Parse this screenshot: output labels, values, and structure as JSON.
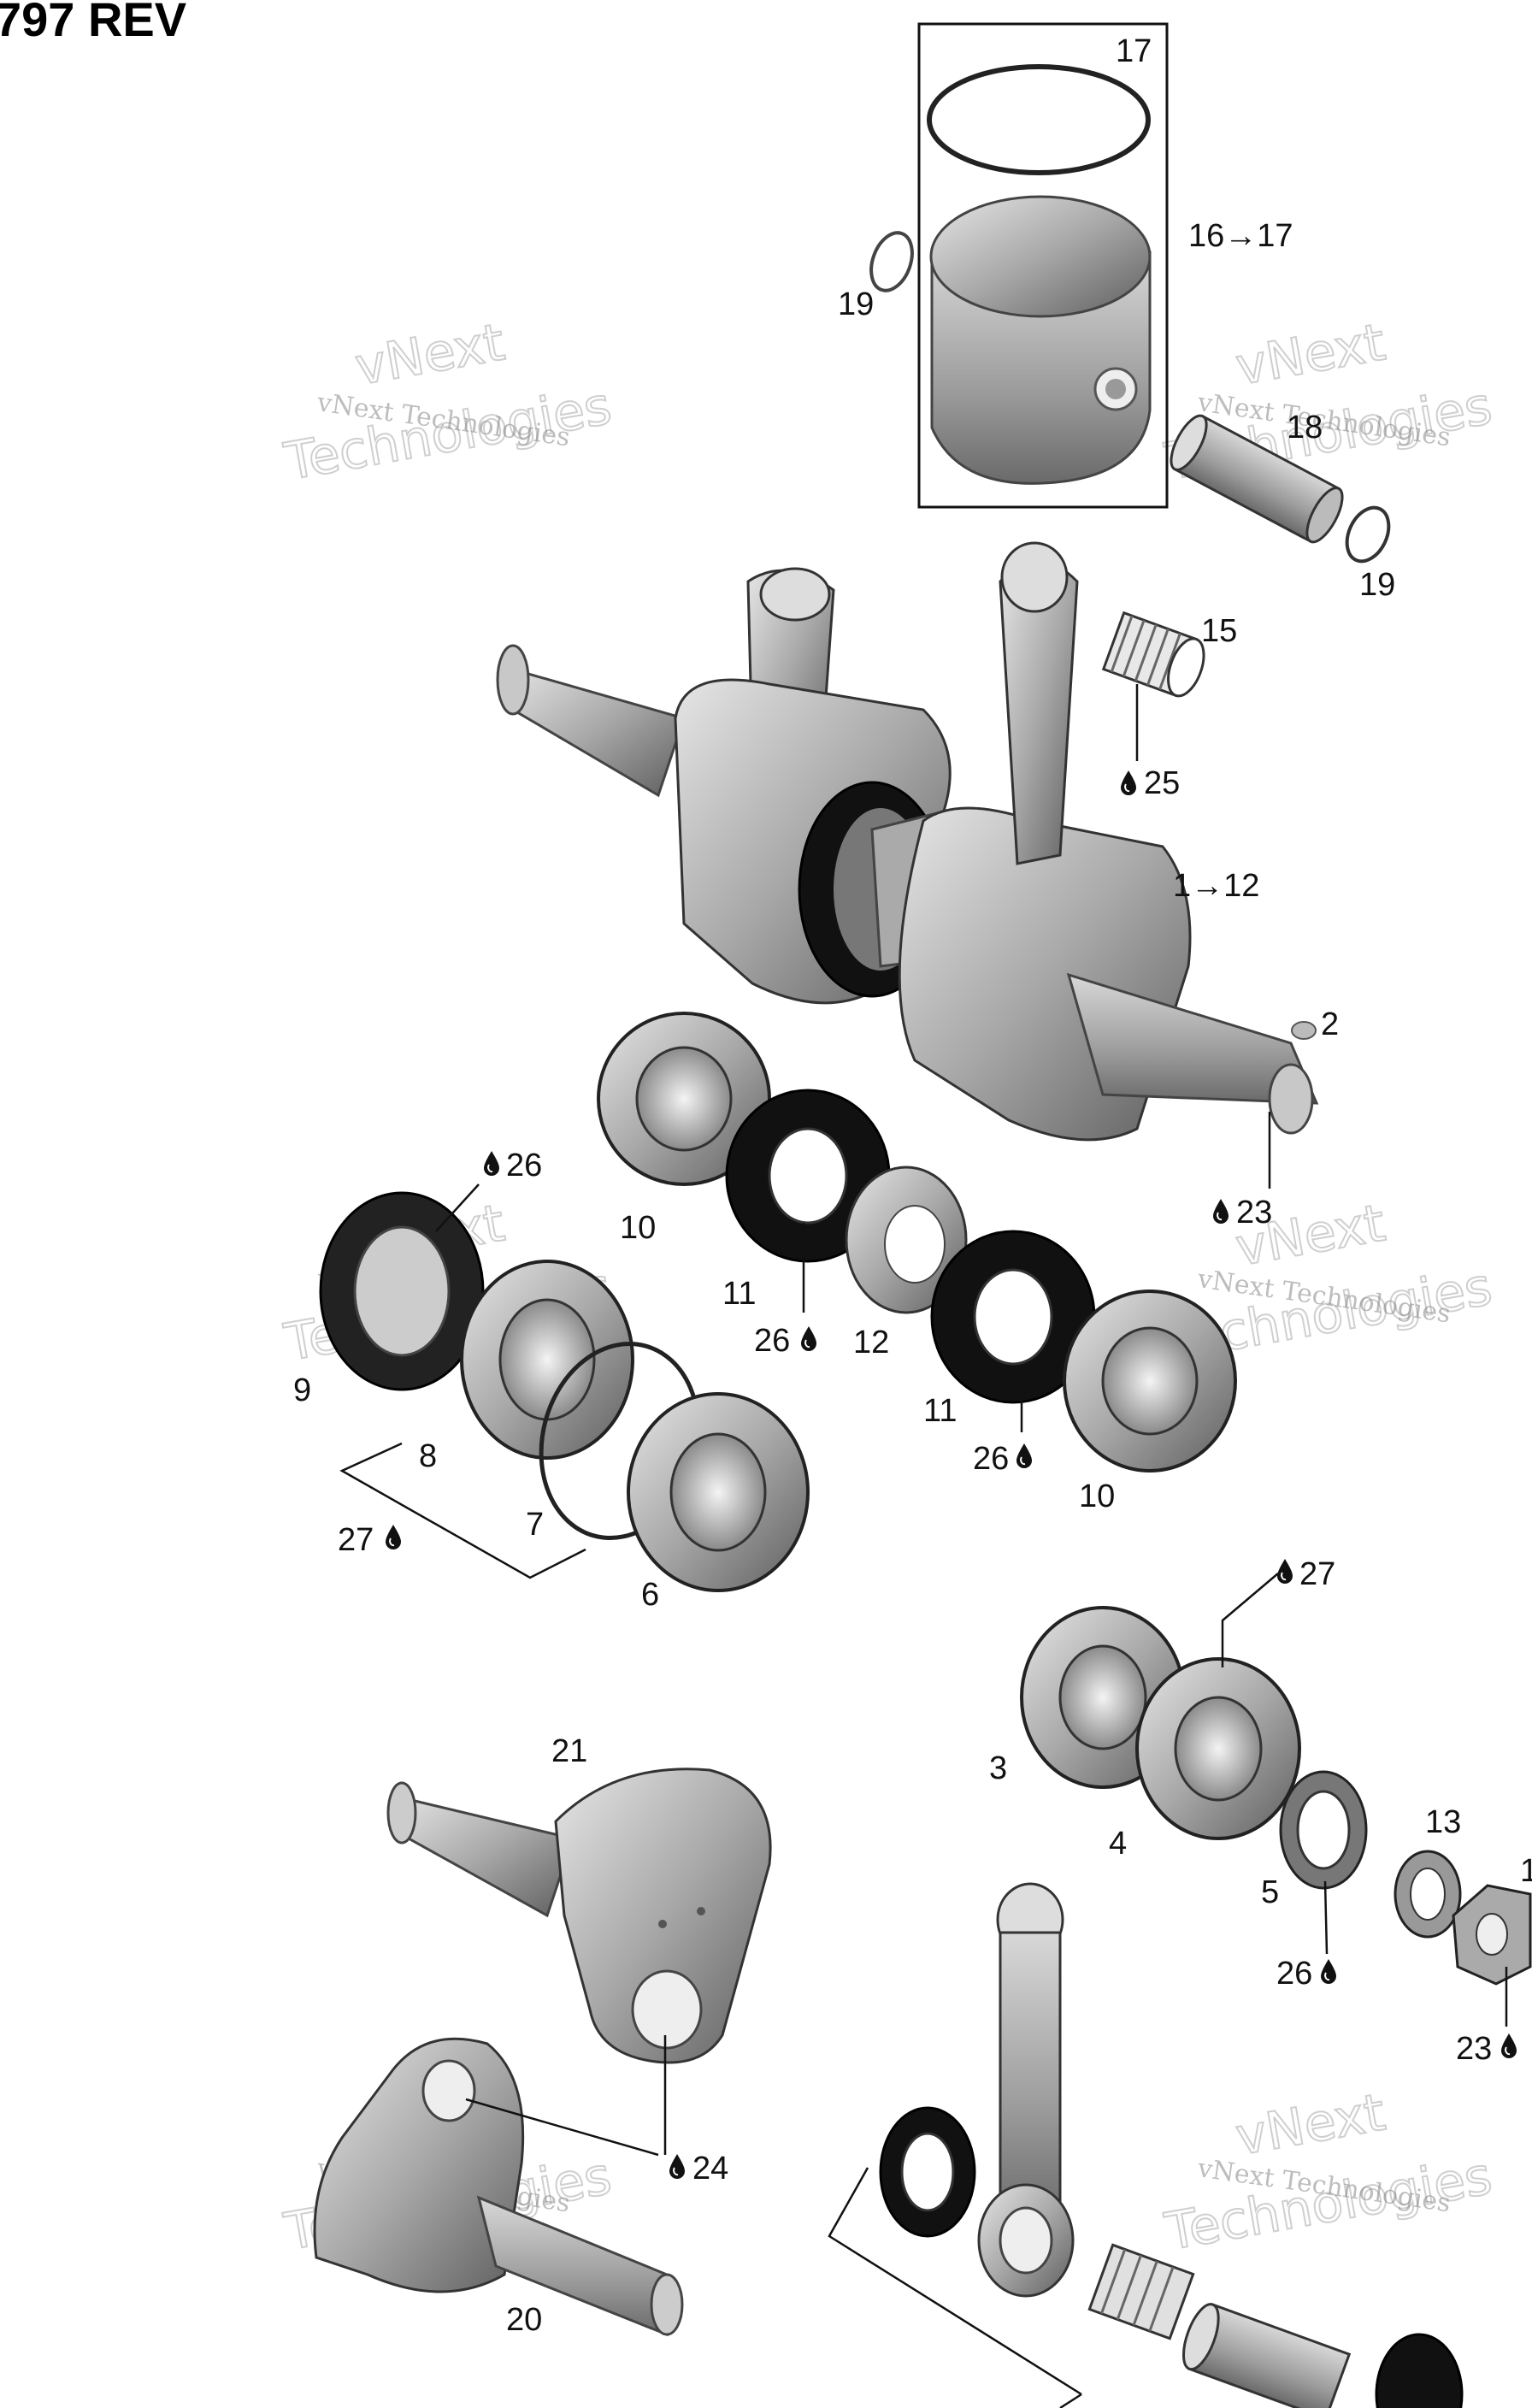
{
  "title": "797 REV",
  "watermark": {
    "line1": "vNext Technologies",
    "big1": "vNext",
    "big2": "Technologies"
  },
  "callouts": {
    "c17": "17",
    "c16_17": "16→17",
    "c19a": "19",
    "c18": "18",
    "c19b": "19",
    "c15": "15",
    "c25": "25",
    "c1_12": "1→12",
    "c2": "2",
    "c26a": "26",
    "c10a": "10",
    "c23a": "23",
    "c9": "9",
    "c11a": "11",
    "c26b": "26",
    "c12": "12",
    "c8": "8",
    "c11b": "11",
    "c26c": "26",
    "c10b": "10",
    "c27a": "27",
    "c7": "7",
    "c6": "6",
    "c27b": "27",
    "c21": "21",
    "c3": "3",
    "c4": "4",
    "c13": "13",
    "c1edge": "1",
    "c5": "5",
    "c26d": "26",
    "c23b": "23",
    "c24": "24",
    "c20": "20"
  },
  "colors": {
    "metal": "#9a9a9a",
    "metal_light": "#cfcfcf",
    "metal_dark": "#5a5a5a",
    "seal": "#1a1a1a"
  },
  "icons": {
    "lubricant": "oil-drop-icon"
  }
}
